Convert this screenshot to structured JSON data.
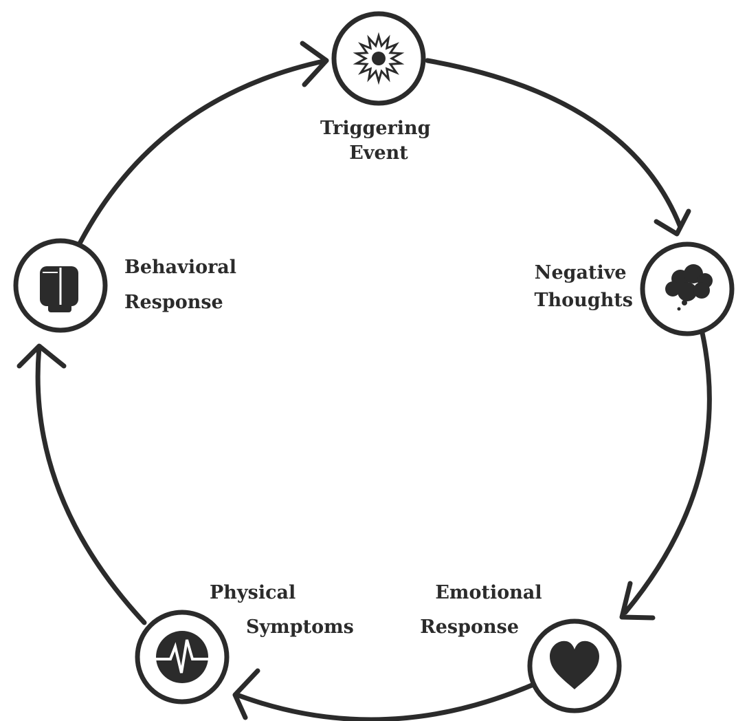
{
  "diagram": {
    "type": "cycle",
    "colors": {
      "ink": "#2b2b2b",
      "background": "#ffffff"
    },
    "nodes": [
      {
        "id": "triggering-event",
        "icon": "starburst-icon",
        "label_lines": [
          "Triggering",
          "Event"
        ]
      },
      {
        "id": "negative-thoughts",
        "icon": "thought-cloud-icon",
        "label_lines": [
          "Negative",
          "Thoughts"
        ]
      },
      {
        "id": "emotional-response",
        "icon": "heart-icon",
        "label_lines": [
          "Emotional",
          "Response"
        ]
      },
      {
        "id": "physical-symptoms",
        "icon": "heartbeat-icon",
        "label_lines": [
          "Physical",
          "Symptoms"
        ]
      },
      {
        "id": "behavioral-response",
        "icon": "fist-icon",
        "label_lines": [
          "Behavioral",
          "Response"
        ]
      }
    ],
    "edges": [
      {
        "from": "triggering-event",
        "to": "negative-thoughts"
      },
      {
        "from": "negative-thoughts",
        "to": "emotional-response"
      },
      {
        "from": "emotional-response",
        "to": "physical-symptoms"
      },
      {
        "from": "physical-symptoms",
        "to": "behavioral-response"
      },
      {
        "from": "behavioral-response",
        "to": "triggering-event"
      }
    ]
  }
}
